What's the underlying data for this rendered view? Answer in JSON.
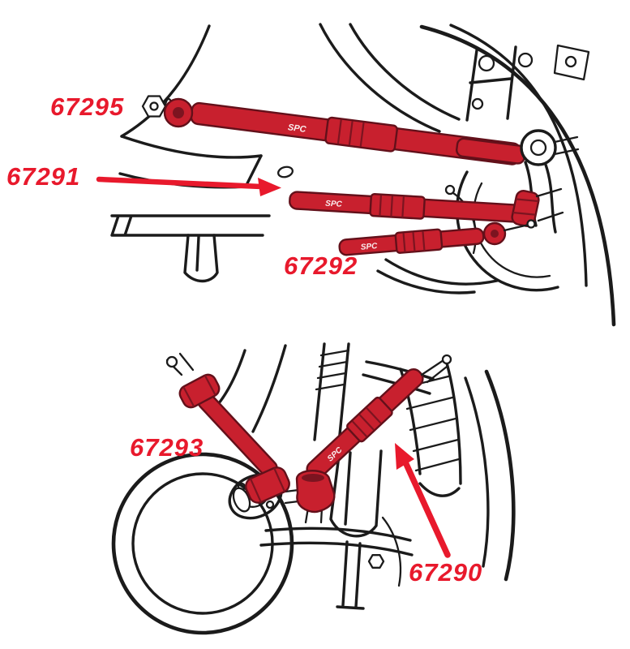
{
  "diagram": {
    "type": "suspension-parts-diagram",
    "labels": {
      "p67295": "67295",
      "p67291": "67291",
      "p67292": "67292",
      "p67293": "67293",
      "p67290": "67290"
    },
    "brand_mark": "SPC",
    "colors": {
      "highlight_red": "#c8202e",
      "label_red": "#e8192c",
      "linework_black": "#1b1b1b",
      "background": "#ffffff"
    }
  }
}
